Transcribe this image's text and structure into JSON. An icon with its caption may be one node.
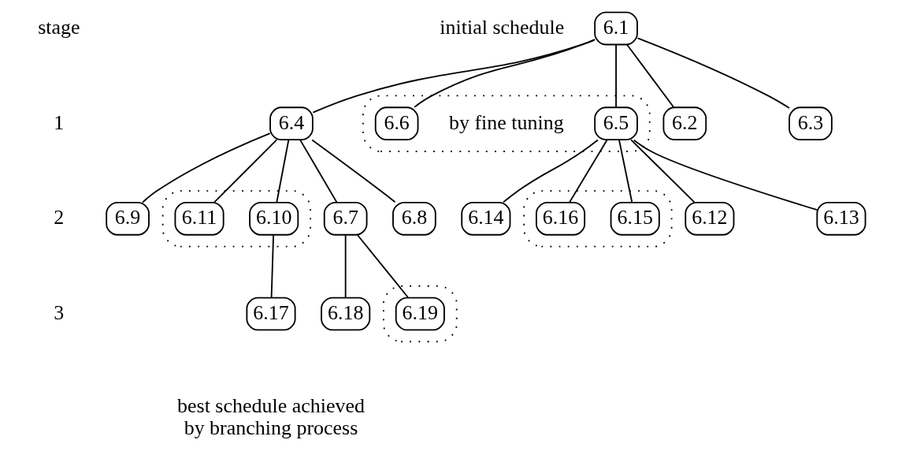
{
  "diagram": {
    "nodes": [
      {
        "text": [
          "6.1"
        ],
        "beside": [
          "initial schedule"
        ]
      },
      {
        "text": [
          "6.2"
        ]
      },
      {
        "text": [
          "6.3"
        ]
      },
      {
        "text": [
          "6.4"
        ]
      },
      {
        "text": [],
        "shape": "ellipse",
        "beside": [
          "by fine tuning"
        ]
      },
      {
        "text": [
          "6.5"
        ],
        "in": 4
      },
      {
        "text": [
          "6.6"
        ],
        "in": 4
      },
      {
        "text": [
          "6.7"
        ]
      },
      {
        "text": [
          "6.8"
        ]
      },
      {
        "text": [
          "6.9"
        ]
      },
      {
        "text": [],
        "shape": "ellipse"
      },
      {
        "text": [
          "6.10"
        ],
        "in": 10
      },
      {
        "text": [
          "6.11"
        ],
        "in": 10
      },
      {
        "text": [
          "6.12"
        ]
      },
      {
        "text": [
          "6.13"
        ]
      },
      {
        "text": [
          "6.14"
        ]
      },
      {
        "text": [],
        "shape": "ellipse"
      },
      {
        "text": [
          "6.15"
        ],
        "in": 16
      },
      {
        "text": [
          "6.16"
        ],
        "in": 16
      },
      {
        "text": [
          "6.18"
        ]
      },
      {
        "text": [],
        "shape": "ellipse"
      },
      {
        "text": [
          "6.19"
        ],
        "in": 20
      },
      {
        "text": [
          "6.17"
        ],
        "beside": [
          "best schedule achieved by branching process"
        ]
      }
    ],
    "edges": [
      {
        "from": 0,
        "to": 1,
        "arrow": "none"
      },
      {
        "from": 0,
        "to": 2,
        "arrow": "none"
      },
      {
        "from": 0,
        "to": 3,
        "arrow": "none"
      },
      {
        "from": 0,
        "to": 5,
        "arrow": "none"
      },
      {
        "from": 0,
        "to": 6,
        "arrow": "none"
      },
      {
        "from": 3,
        "to": 7,
        "arrow": "none"
      },
      {
        "from": 3,
        "to": 8,
        "arrow": "none"
      },
      {
        "from": 3,
        "to": 9,
        "arrow": "none"
      },
      {
        "from": 3,
        "to": 11,
        "arrow": "none"
      },
      {
        "from": 3,
        "to": 12,
        "arrow": "none"
      },
      {
        "from": 5,
        "to": 13,
        "arrow": "none"
      },
      {
        "from": 5,
        "to": 14,
        "arrow": "none"
      },
      {
        "from": 5,
        "to": 15,
        "arrow": "none"
      },
      {
        "from": 5,
        "to": 17,
        "arrow": "none"
      },
      {
        "from": 5,
        "to": 18,
        "arrow": "none"
      },
      {
        "from": 7,
        "to": 19,
        "arrow": "none"
      },
      {
        "from": 7,
        "to": 21,
        "arrow": "none"
      },
      {
        "from": 11,
        "to": 22,
        "arrow": "none"
      }
    ],
    "labels": [
      "stage",
      "1",
      "2",
      "3"
    ]
  }
}
